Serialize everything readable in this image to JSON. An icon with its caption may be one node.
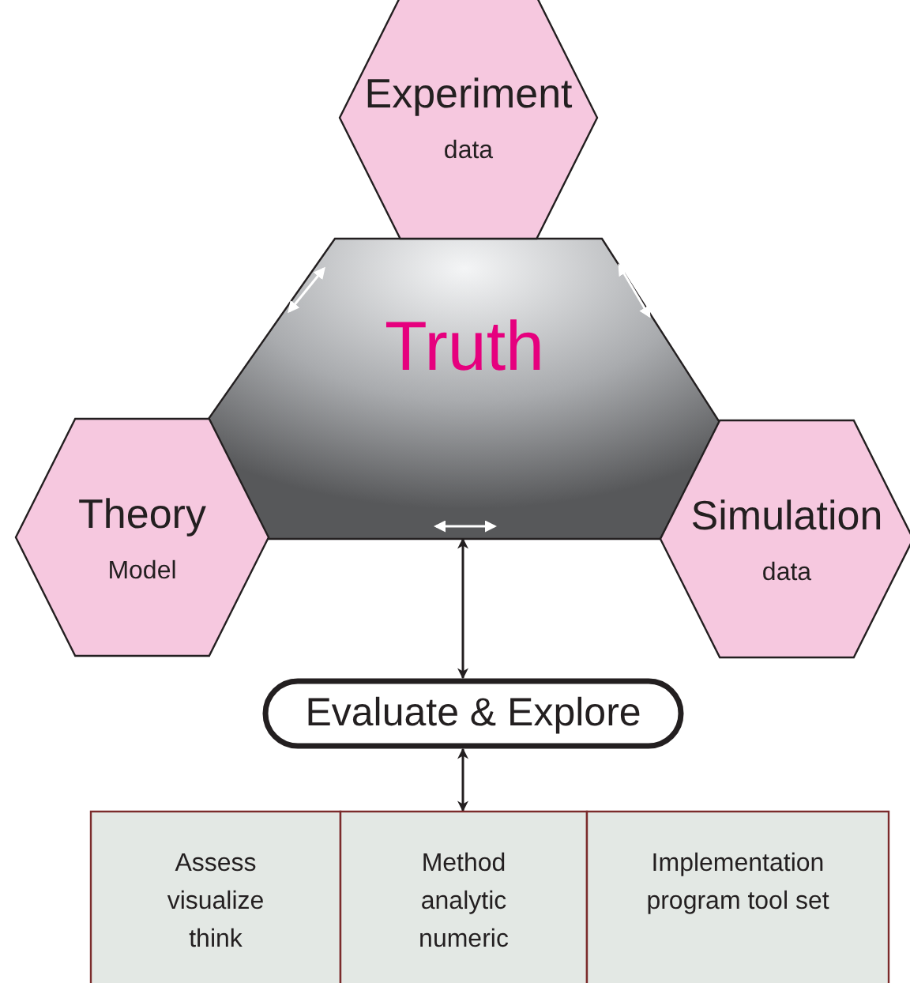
{
  "diagram": {
    "nodes": [
      {
        "text": [
          "Truth"
        ]
      },
      {
        "text": [
          "Experiment",
          "data"
        ]
      },
      {
        "text": [
          "Theory",
          "Model"
        ]
      },
      {
        "text": [
          "Simulation",
          "data"
        ]
      },
      {
        "text": [
          "Evaluate & Explore"
        ]
      },
      {
        "text": [
          "Assess visualize think"
        ]
      },
      {
        "text": [
          "Method analytic numeric"
        ]
      },
      {
        "text": [
          "Implementation program tool set"
        ]
      }
    ],
    "edges": [
      {
        "from": 0,
        "to": 4,
        "arrow": "both"
      },
      {
        "from": 4,
        "to": 6,
        "arrow": "both"
      }
    ]
  }
}
